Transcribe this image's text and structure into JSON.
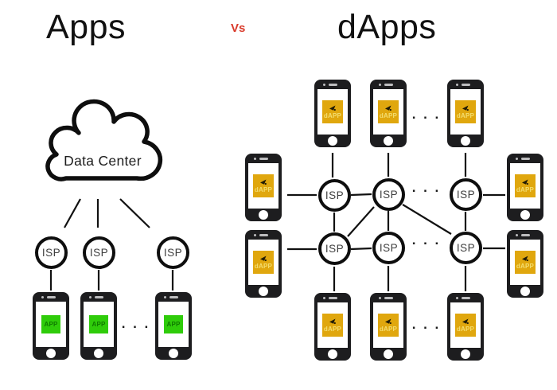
{
  "header": {
    "left_title": "Apps",
    "vs_label": "Vs",
    "right_title": "dApps"
  },
  "shared": {
    "isp_label": "ISP",
    "ellipsis": "· · ·"
  },
  "left": {
    "cloud_label": "Data Center",
    "app_label": "APP"
  },
  "right": {
    "dapp_label": "dAPP"
  },
  "colors": {
    "app_green": "#2fcc0a",
    "dapp_gold": "#e0a70e",
    "vs_red": "#d93a2b",
    "line_black": "#111111"
  }
}
